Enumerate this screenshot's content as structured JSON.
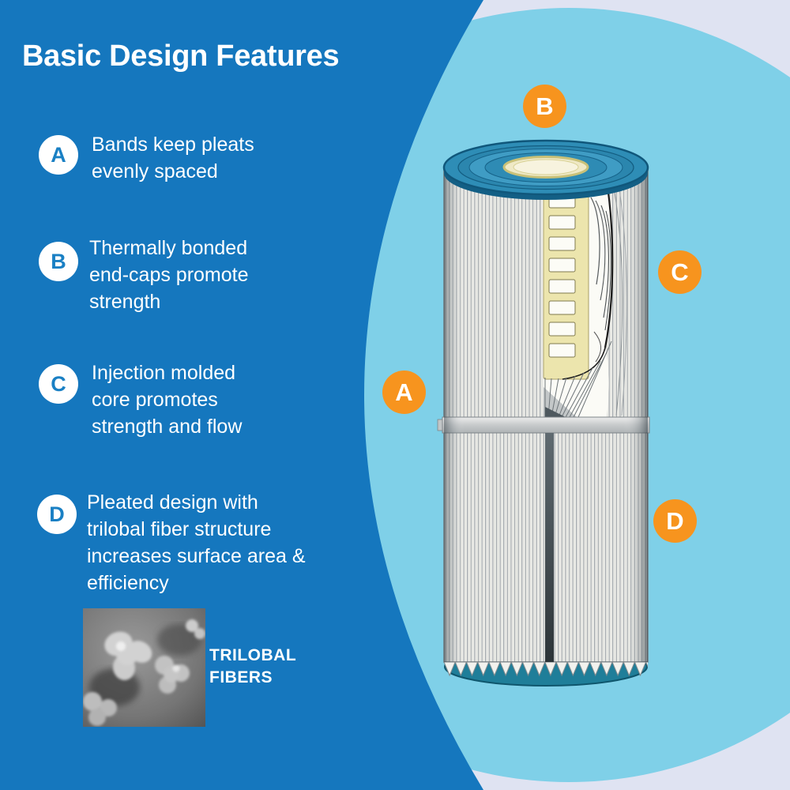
{
  "title": "Basic Design Features",
  "features": [
    {
      "letter": "A",
      "text": "Bands keep pleats\nevenly spaced"
    },
    {
      "letter": "B",
      "text": "Thermally bonded\nend-caps promote\nstrength"
    },
    {
      "letter": "C",
      "text": "Injection molded\ncore promotes\nstrength and flow"
    },
    {
      "letter": "D",
      "text": "Pleated design with\ntrilobal fiber structure\nincreases surface area &\nefficiency"
    }
  ],
  "fibers": {
    "label": "TRILOBAL\nFIBERS"
  },
  "diagram": {
    "markers": [
      {
        "letter": "B"
      },
      {
        "letter": "C"
      },
      {
        "letter": "A"
      },
      {
        "letter": "D"
      }
    ]
  },
  "colors": {
    "panel_blue": "#1577be",
    "circle_light_blue": "#7fd0e8",
    "corner_lavender": "#dfe3f2",
    "marker_orange": "#f7941e",
    "badge_letter_blue": "#1a80c4",
    "text_white": "#ffffff",
    "end_cap_blue": "#2e8db6",
    "core_cream": "#ece5ad"
  }
}
